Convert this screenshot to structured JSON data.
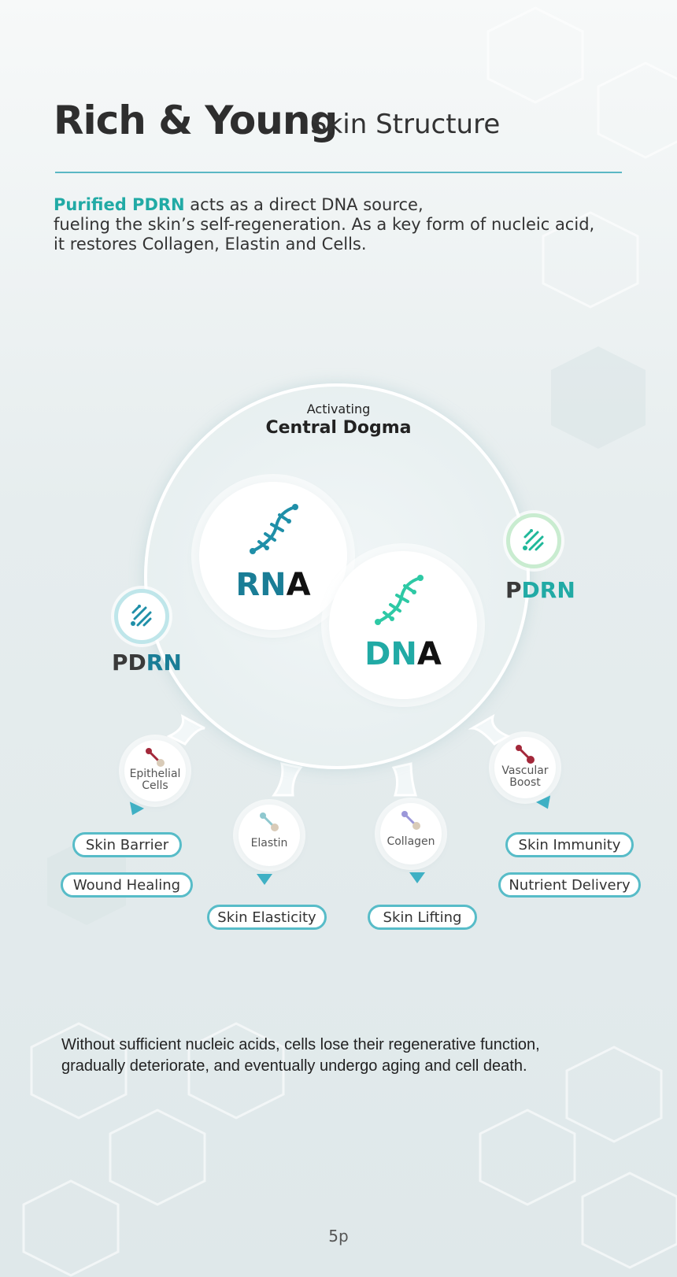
{
  "header": {
    "title": "Rich & Young",
    "subtitle": "Skin Structure"
  },
  "intro": {
    "highlight": "Purified PDRN",
    "line1_rest": " acts as a direct DNA source,",
    "line2": "fueling the skin’s self-regeneration. As a key form of nucleic acid,",
    "line3": "it restores Collagen, Elastin and Cells."
  },
  "diagram": {
    "center_small": "Activating",
    "center_big": "Central Dogma",
    "rna": {
      "part1": "RN",
      "part2": "A"
    },
    "dna": {
      "part1": "DN",
      "part2": "A"
    },
    "pdrn_left": {
      "p1": "PD",
      "p2": "RN"
    },
    "pdrn_right": {
      "p1": "P",
      "p2": "DRN"
    },
    "nodes": {
      "epithelial": {
        "line1": "Epithelial",
        "line2": "Cells"
      },
      "elastin": "Elastin",
      "collagen": "Collagen",
      "vascular": {
        "line1": "Vascular",
        "line2": "Boost"
      }
    },
    "pills": {
      "skin_barrier": "Skin Barrier",
      "wound_healing": "Wound Healing",
      "skin_elasticity": "Skin Elasticity",
      "skin_lifting": "Skin Lifting",
      "skin_immunity": "Skin Immunity",
      "nutrient_delivery": "Nutrient Delivery"
    },
    "colors": {
      "teal": "#21aaa5",
      "blue": "#1a7d96",
      "dark": "#111111",
      "red": "#a3283a",
      "accent": "#57bcc8"
    }
  },
  "footer": {
    "line1": "Without sufficient nucleic acids, cells lose their regenerative function,",
    "line2": "gradually deteriorate, and eventually undergo aging and cell death."
  },
  "page_number": "5p"
}
